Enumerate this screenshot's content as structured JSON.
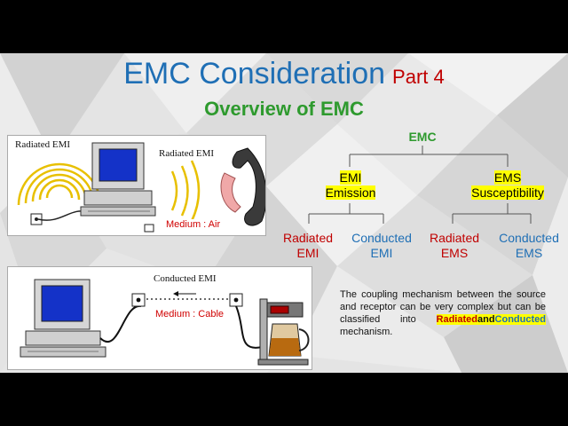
{
  "title": {
    "main": "EMC Consideration",
    "part": "Part 4"
  },
  "subtitle": "Overview of EMC",
  "tree": {
    "root": "EMC",
    "emi_line1": "EMI",
    "emi_line2": "Emission",
    "ems_line1": "EMS",
    "ems_line2": "Susceptibility",
    "leaf_radiated_emi_1": "Radiated",
    "leaf_radiated_emi_2": "EMI",
    "leaf_conducted_emi_1": "Conducted",
    "leaf_conducted_emi_2": "EMI",
    "leaf_radiated_ems_1": "Radiated",
    "leaf_radiated_ems_2": "EMS",
    "leaf_conducted_ems_1": "Conducted",
    "leaf_conducted_ems_2": "EMS"
  },
  "radiated_illustration": {
    "label_left": "Radiated EMI",
    "label_right": "Radiated EMI",
    "medium": "Medium : Air"
  },
  "conducted_illustration": {
    "label": "Conducted EMI",
    "medium": "Medium : Cable"
  },
  "description": {
    "text": "The coupling mechanism between the source and receptor can be very complex but can be classified into",
    "radiated": "Radiated",
    "and": "and",
    "conducted": "Conducted",
    "tail": "mechanism."
  },
  "colors": {
    "title_blue": "#1f6fb5",
    "part_red": "#c00000",
    "subtitle_green": "#2e9a2e",
    "emi_ems_highlight": "#ffff00",
    "radiated_red": "#c00000",
    "conducted_blue": "#1f6fb5"
  },
  "icons": [
    "desktop-computer-icon",
    "telephone-handset-icon",
    "coffee-maker-icon",
    "wall-outlet-icon",
    "radio-wave-icon"
  ]
}
